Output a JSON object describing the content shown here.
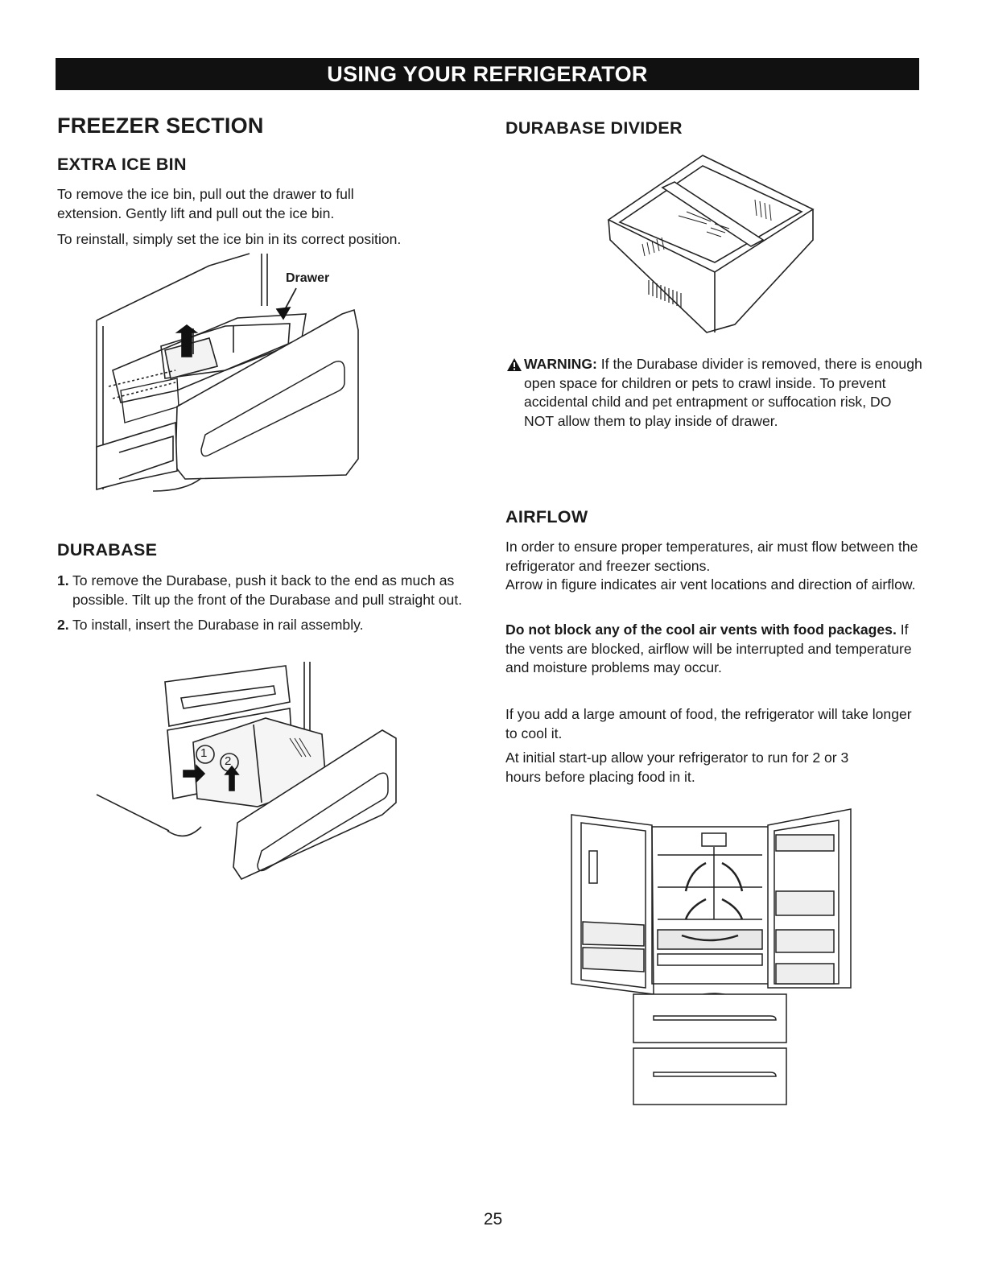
{
  "banner": {
    "title": "USING YOUR REFRIGERATOR"
  },
  "freezer": {
    "title": "FREEZER SECTION",
    "ice_bin": {
      "heading": "EXTRA ICE BIN",
      "para1": "To remove the ice bin, pull out the drawer to full extension. Gently lift and pull out the ice bin.",
      "para2": "To reinstall, simply set the ice bin in its correct position.",
      "figure_label": "Drawer"
    },
    "durabase": {
      "heading": "DURABASE",
      "steps": [
        {
          "num": "1.",
          "text": "To remove the Durabase, push it back to the end as much as possible. Tilt up the front of the Durabase and pull straight out."
        },
        {
          "num": "2.",
          "text": "To install, insert the Durabase in rail assembly."
        }
      ],
      "callout_1": "1",
      "callout_2": "2"
    }
  },
  "divider": {
    "heading": "DURABASE DIVIDER",
    "warning_label": "WARNING:",
    "warning_text": " If the Durabase divider is removed, there is enough open space for children or pets to crawl inside. To prevent accidental child and pet entrapment or suffocation risk, DO NOT allow them to play inside of drawer."
  },
  "airflow": {
    "heading": "AIRFLOW",
    "para1": "In order to ensure proper temperatures, air must flow between the refrigerator and freezer sections.",
    "para2": "Arrow in figure indicates air vent locations and direction of airflow.",
    "para3_bold": "Do not block any of the cool air vents with food packages.",
    "para3_rest": " If the vents are blocked, airflow will be interrupted and temperature and moisture problems may occur.",
    "para4": "If you add a large amount of food, the refrigerator will take longer to cool it.",
    "para5": "At initial start-up allow your refrigerator to run for 2 or 3 hours before placing food in it."
  },
  "footer": {
    "page_number": "25"
  }
}
